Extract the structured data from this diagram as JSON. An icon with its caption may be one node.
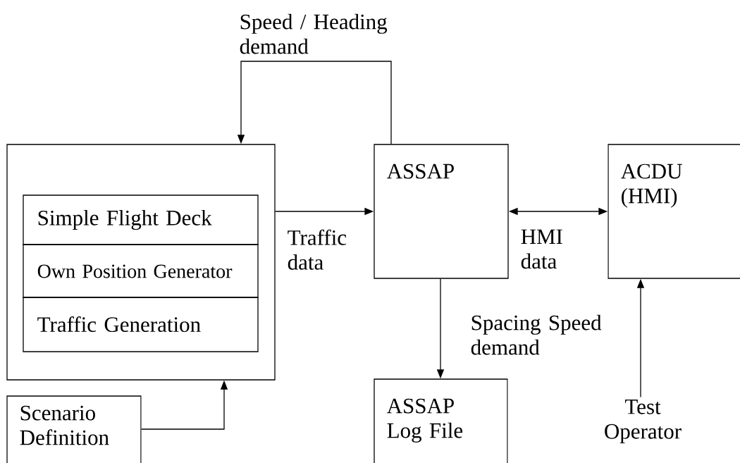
{
  "diagram": {
    "nodes": [
      {
        "text": [],
        "shape": "box"
      },
      {
        "text": [
          "Simple Flight Deck"
        ],
        "in": 0
      },
      {
        "text": [
          "Own Position Generator"
        ],
        "in": 0
      },
      {
        "text": [
          "Traffic Generation"
        ],
        "in": 0
      },
      {
        "text": [
          "ASSAP"
        ]
      },
      {
        "text": [
          "ACDU (HMI)"
        ]
      },
      {
        "text": [
          "Scenario Definition"
        ]
      },
      {
        "text": [
          "ASSAP Log File"
        ]
      },
      {
        "text": [
          "Test Operator"
        ]
      }
    ],
    "edges": [
      {
        "from": 4,
        "to": 0,
        "arrow": "to",
        "label": "Speed / Heading demand"
      },
      {
        "from": 0,
        "to": 4,
        "arrow": "to",
        "label": "Traffic data"
      },
      {
        "from": 4,
        "to": 5,
        "arrow": "both",
        "label": "HMI data"
      },
      {
        "from": 4,
        "to": 7,
        "arrow": "to",
        "label": "Spacing Speed demand"
      },
      {
        "from": 6,
        "to": 0,
        "arrow": "to"
      },
      {
        "from": 8,
        "to": 5,
        "arrow": "to"
      }
    ]
  }
}
